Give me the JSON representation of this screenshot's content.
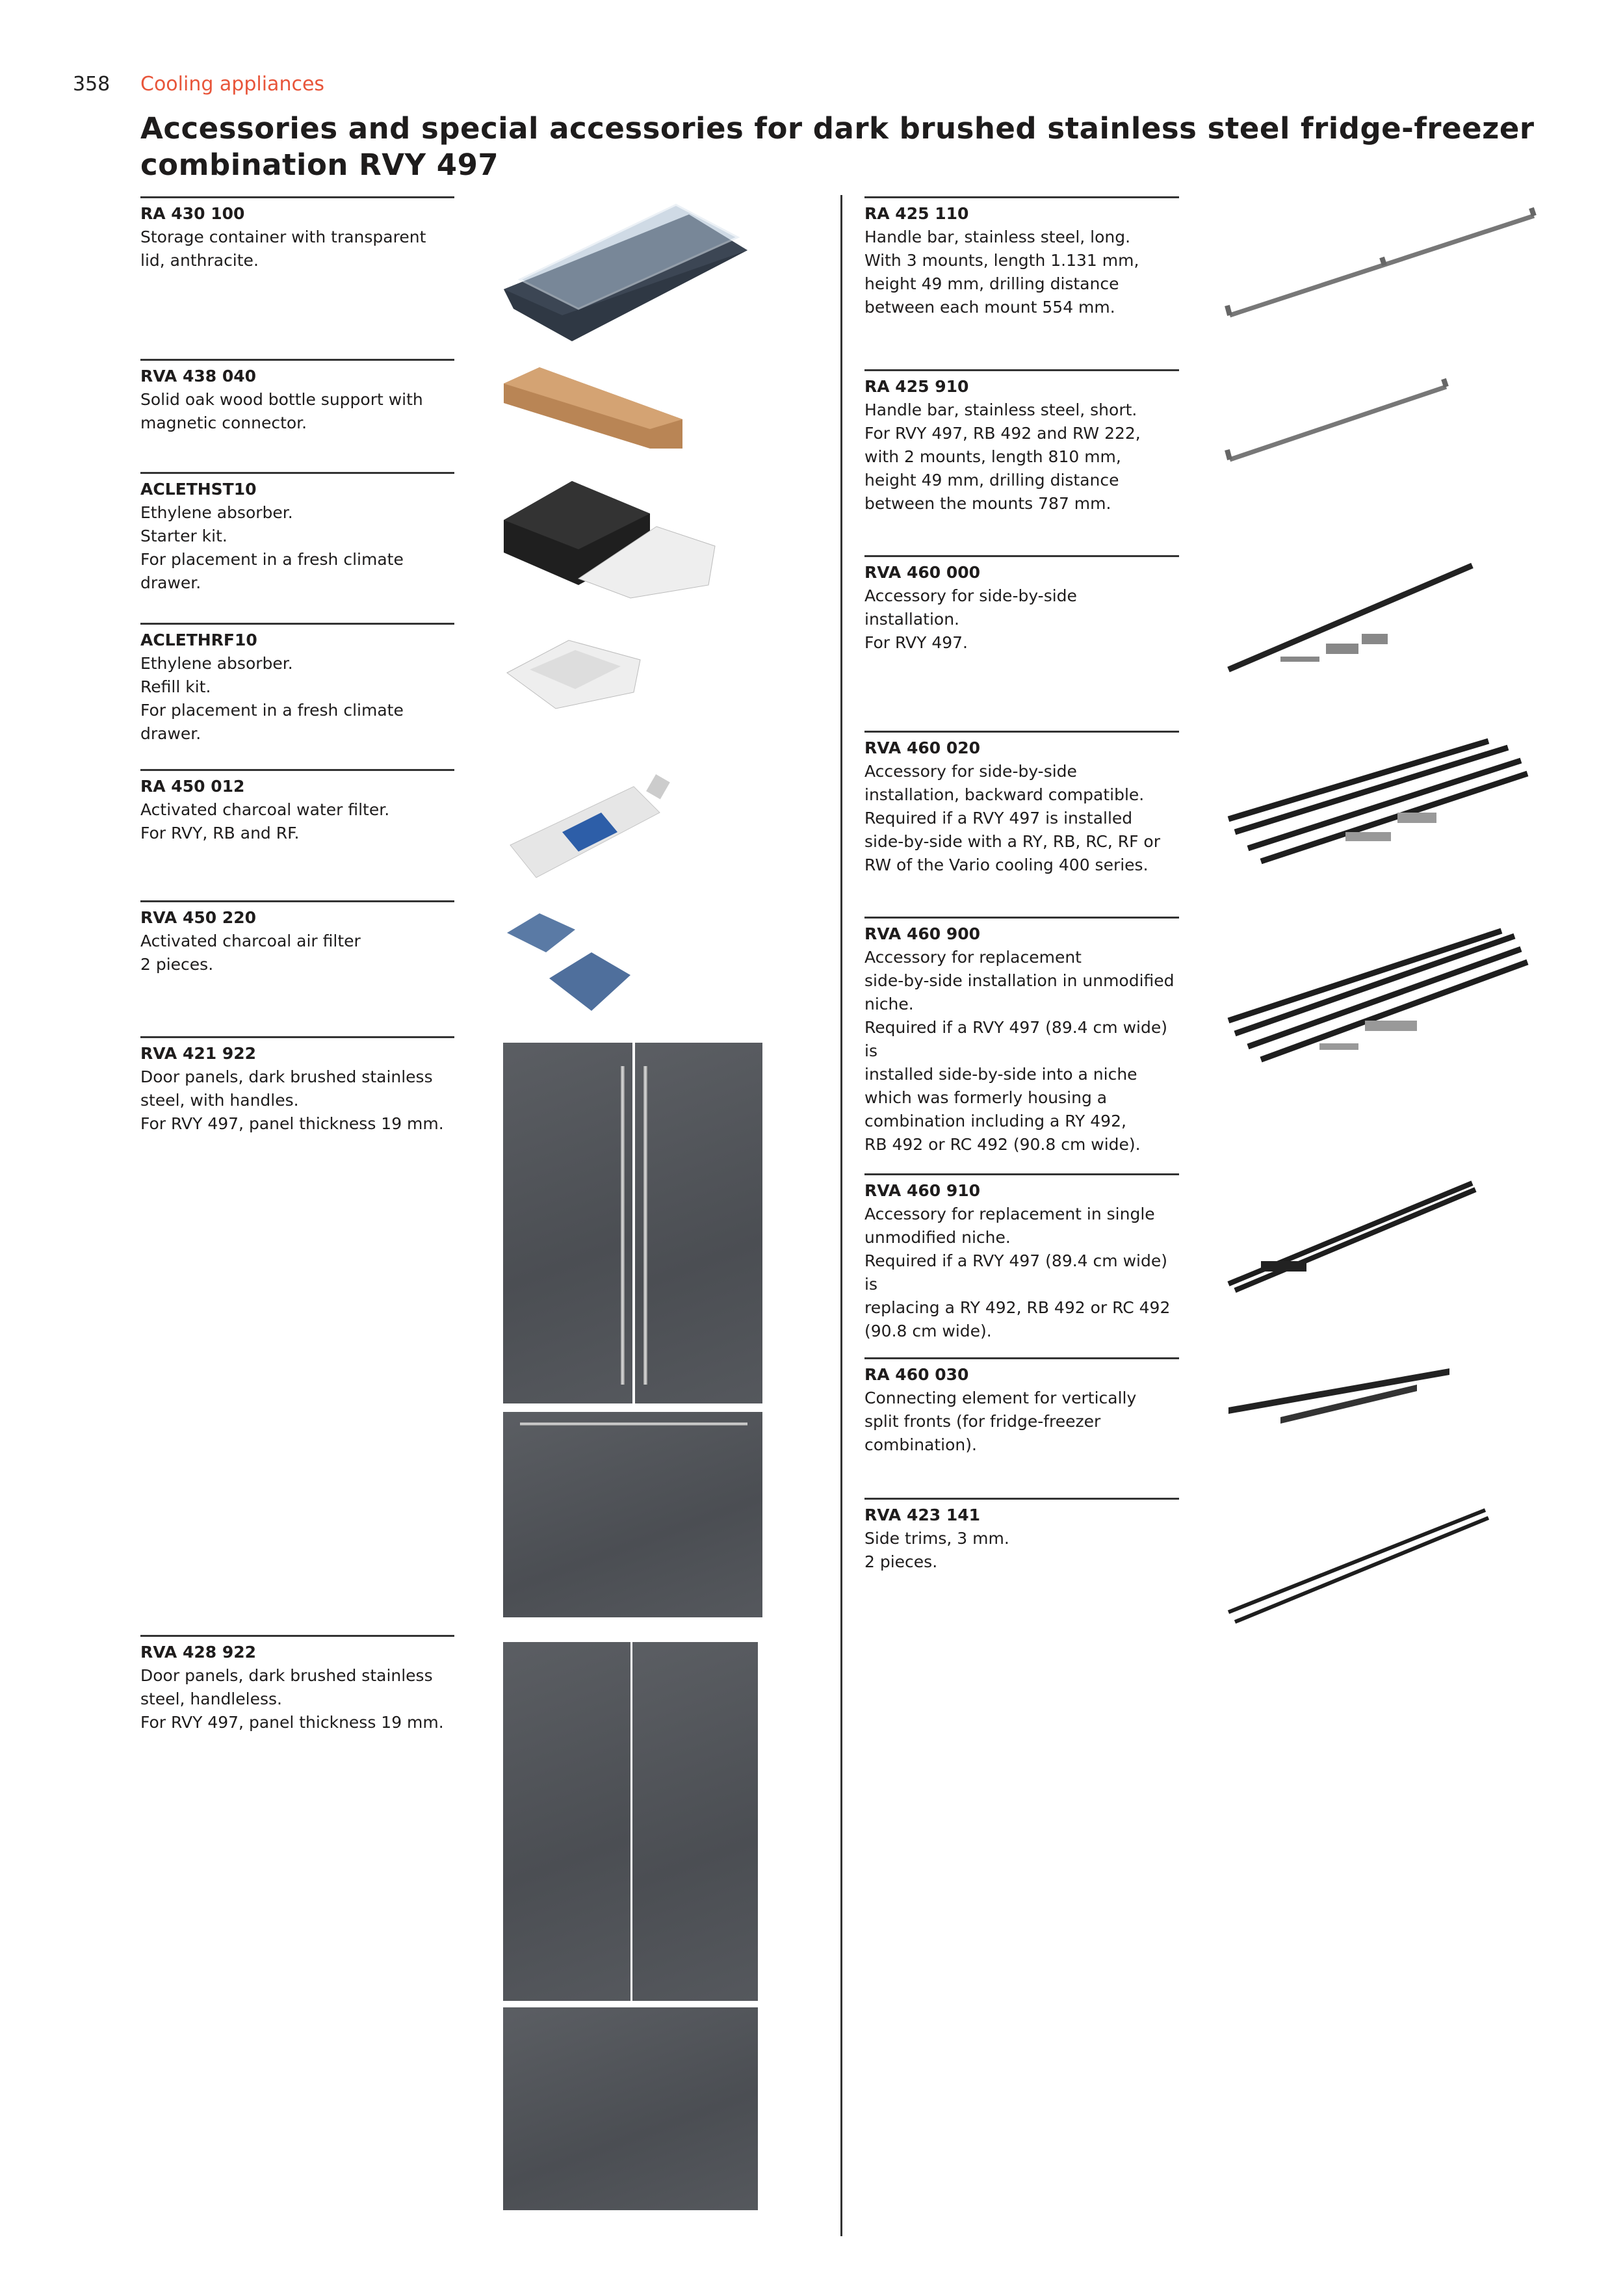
{
  "header": {
    "page_number": "358",
    "section": "Cooling appliances",
    "title": "Accessories and special accessories for dark brushed stainless steel fridge-freezer combination RVY 497"
  },
  "colors": {
    "accent": "#e8553a",
    "text": "#1e1c1c"
  },
  "left_items": [
    {
      "code": "RA 430 100",
      "desc": "Storage container with transparent\nlid, anthracite."
    },
    {
      "code": "RVA 438 040",
      "desc": "Solid oak wood bottle support with\nmagnetic connector."
    },
    {
      "code": "ACLETHST10",
      "desc": "Ethylene absorber.\nStarter kit.\nFor placement in a fresh climate\ndrawer."
    },
    {
      "code": "ACLETHRF10",
      "desc": "Ethylene absorber.\nRefill kit.\nFor placement in a fresh climate\ndrawer."
    },
    {
      "code": "RA 450 012",
      "desc": "Activated charcoal water filter.\nFor RVY, RB and RF."
    },
    {
      "code": "RVA 450 220",
      "desc": "Activated charcoal air filter\n2 pieces."
    },
    {
      "code": "RVA 421 922",
      "desc": "Door panels, dark brushed stainless\nsteel, with handles.\nFor RVY 497, panel thickness 19 mm."
    },
    {
      "code": "RVA 428 922",
      "desc": "Door panels, dark brushed stainless\nsteel, handleless.\nFor RVY 497, panel thickness 19 mm."
    }
  ],
  "right_items": [
    {
      "code": "RA 425 110",
      "desc": "Handle bar, stainless steel, long.\nWith 3 mounts, length 1.131 mm,\nheight 49 mm, drilling distance\nbetween each mount 554 mm."
    },
    {
      "code": "RA 425 910",
      "desc": "Handle bar, stainless steel, short.\nFor RVY 497, RB 492 and RW 222,\nwith 2 mounts, length 810 mm,\nheight 49 mm, drilling distance\nbetween the mounts 787 mm."
    },
    {
      "code": "RVA 460 000",
      "desc": "Accessory for side-by-side\ninstallation.\nFor RVY 497."
    },
    {
      "code": "RVA 460 020",
      "desc": "Accessory for side-by-side\ninstallation, backward compatible.\nRequired if a RVY 497 is installed\nside-by-side with a RY, RB, RC, RF or\nRW of the Vario cooling 400 series."
    },
    {
      "code": "RVA 460 900",
      "desc": "Accessory for replacement\nside-by-side installation in unmodified\nniche.\nRequired if a RVY 497 (89.4 cm wide) is\ninstalled side-by-side into a niche\nwhich was formerly housing a\ncombination including a RY 492,\nRB 492 or RC 492 (90.8 cm wide)."
    },
    {
      "code": "RVA 460 910",
      "desc": "Accessory for replacement in single\nunmodified niche.\nRequired if a RVY 497 (89.4 cm wide) is\nreplacing a RY 492, RB 492 or RC 492\n(90.8 cm wide)."
    },
    {
      "code": "RA 460 030",
      "desc": "Connecting element for vertically\nsplit fronts (for fridge-freezer\ncombination)."
    },
    {
      "code": "RVA 423 141",
      "desc": "Side trims, 3 mm.\n2 pieces."
    }
  ]
}
